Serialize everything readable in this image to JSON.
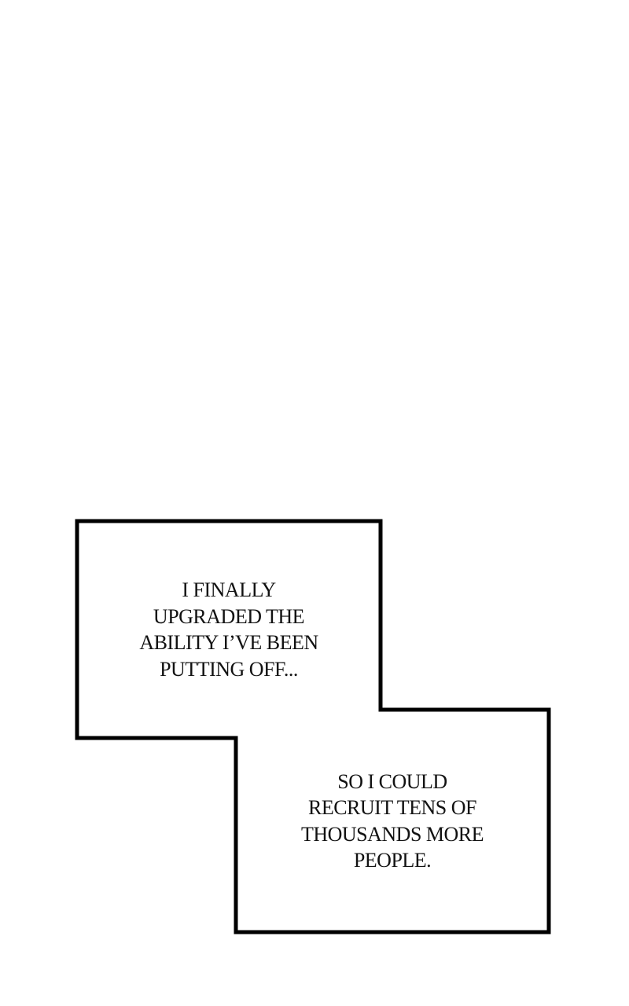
{
  "page": {
    "background_color": "#ffffff",
    "panel_border_color": "#000000",
    "text_color": "#121212"
  },
  "caption_boxes": [
    {
      "id": "caption-1",
      "lines": [
        "I FINALLY",
        "UPGRADED THE",
        "ABILITY I’VE BEEN",
        "PUTTING OFF..."
      ]
    },
    {
      "id": "caption-2",
      "lines": [
        "SO I COULD",
        "RECRUIT TENS OF",
        "THOUSANDS MORE",
        "PEOPLE."
      ]
    }
  ]
}
